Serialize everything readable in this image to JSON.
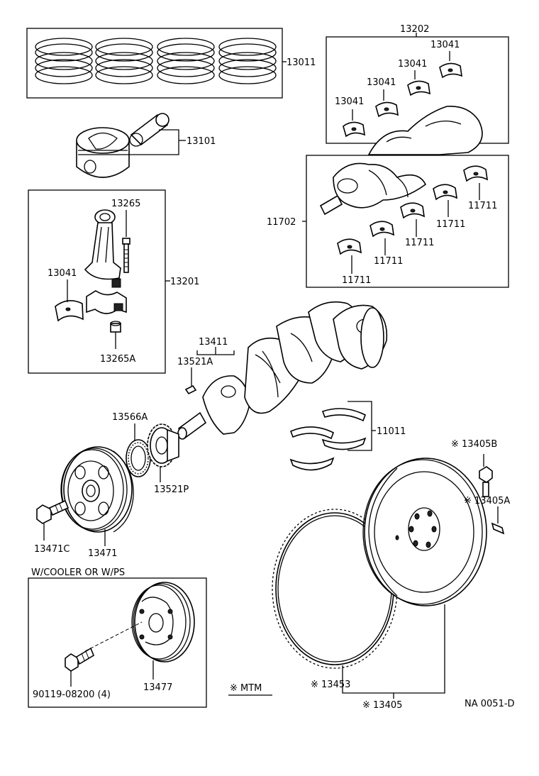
{
  "labels": {
    "p13011": "13011",
    "p13101": "13101",
    "p13202": "13202",
    "p13041_a": "13041",
    "p13041_b": "13041",
    "p13041_c": "13041",
    "p13041_d": "13041",
    "p11702": "11702",
    "p11711_a": "11711",
    "p11711_b": "11711",
    "p11711_c": "11711",
    "p11711_d": "11711",
    "p11711_e": "11711",
    "p13265": "13265",
    "p13041_rod": "13041",
    "p13201": "13201",
    "p13265A": "13265A",
    "p13411": "13411",
    "p13521A": "13521A",
    "p13566A": "13566A",
    "p11011": "11011",
    "p13521P": "13521P",
    "p13405B": "※ 13405B",
    "p13405A": "※ 13405A",
    "p13471C": "13471C",
    "p13471": "13471",
    "cooler_note": "W/COOLER OR W/PS",
    "p90119": "90119-08200 (4)",
    "p13477": "13477",
    "mtm": "※ MTM",
    "p13453": "※ 13453",
    "p13405": "※ 13405",
    "ref": "NA 0051-D"
  }
}
